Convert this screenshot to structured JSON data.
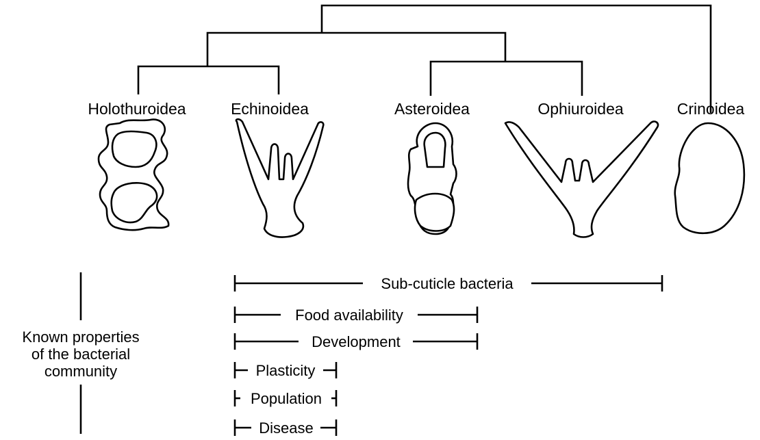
{
  "taxa": {
    "holothuroidea": "Holothuroidea",
    "echinoidea": "Echinoidea",
    "asteroidea": "Asteroidea",
    "ophiuroidea": "Ophiuroidea",
    "crinoidea": "Crinoidea"
  },
  "side_label": {
    "line1": "Known properties",
    "line2": "of the bacterial",
    "line3": "community"
  },
  "properties": {
    "sub_cuticle": "Sub-cuticle bacteria",
    "food": "Food availability",
    "development": "Development",
    "plasticity": "Plasticity",
    "population": "Population",
    "disease": "Disease"
  }
}
